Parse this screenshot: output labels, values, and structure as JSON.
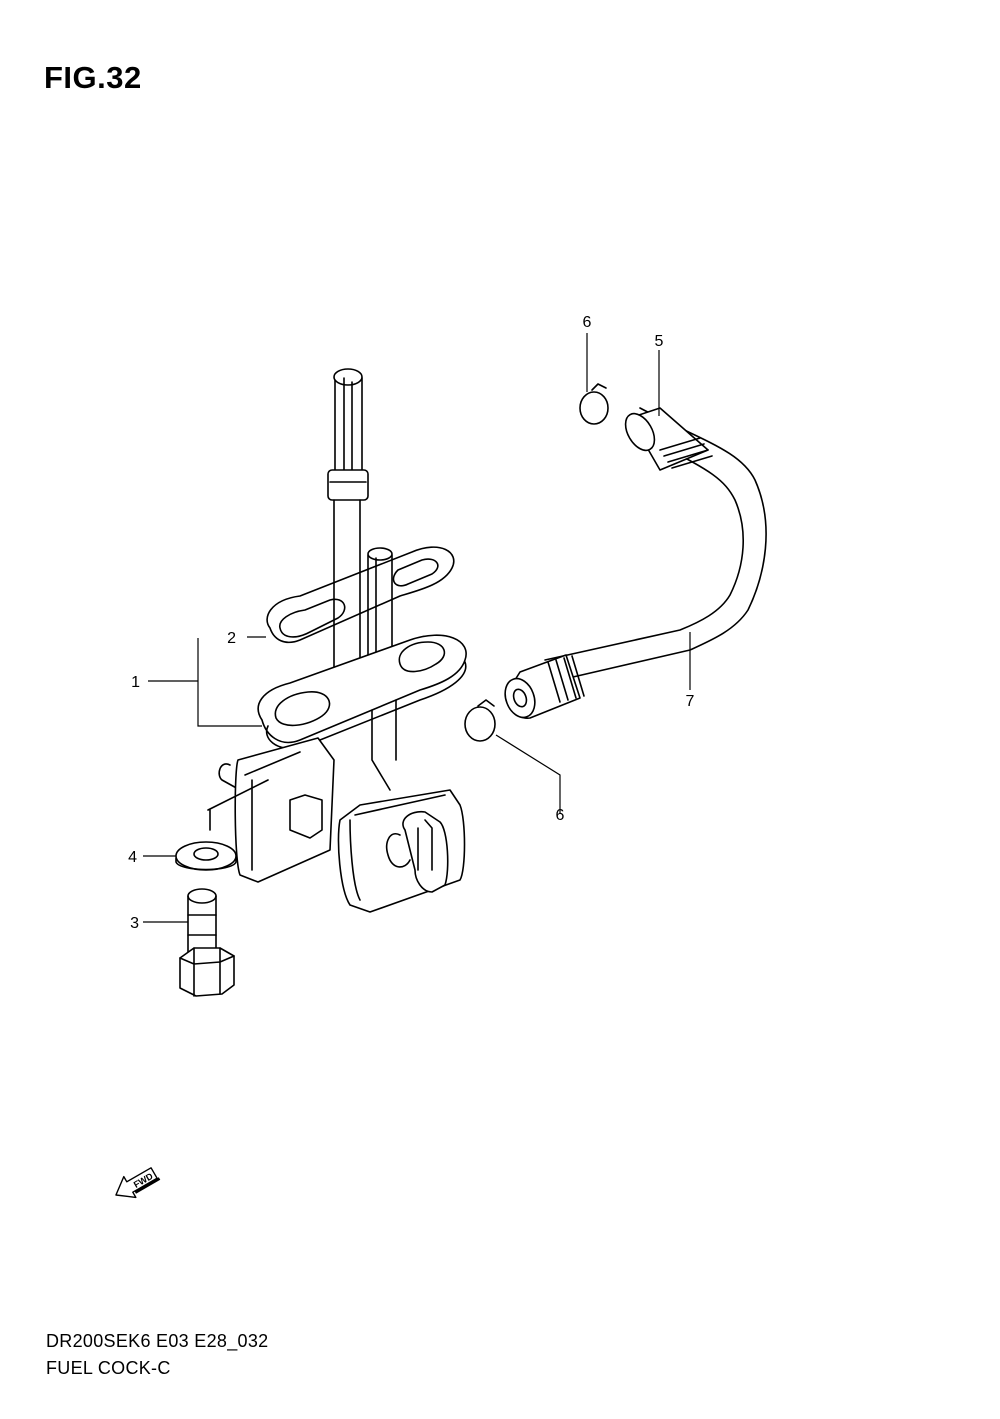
{
  "figure": {
    "title": "FIG.32",
    "model_code": "DR200SEK6 E03 E28_032",
    "name": "FUEL COCK-C"
  },
  "callouts": [
    {
      "id": "callout-1",
      "label": "1"
    },
    {
      "id": "callout-2",
      "label": "2"
    },
    {
      "id": "callout-3",
      "label": "3"
    },
    {
      "id": "callout-4",
      "label": "4"
    },
    {
      "id": "callout-5",
      "label": "5"
    },
    {
      "id": "callout-6-top",
      "label": "6"
    },
    {
      "id": "callout-6-bottom",
      "label": "6"
    },
    {
      "id": "callout-7",
      "label": "7"
    }
  ],
  "fwd_arrow": {
    "label": "FWD"
  }
}
